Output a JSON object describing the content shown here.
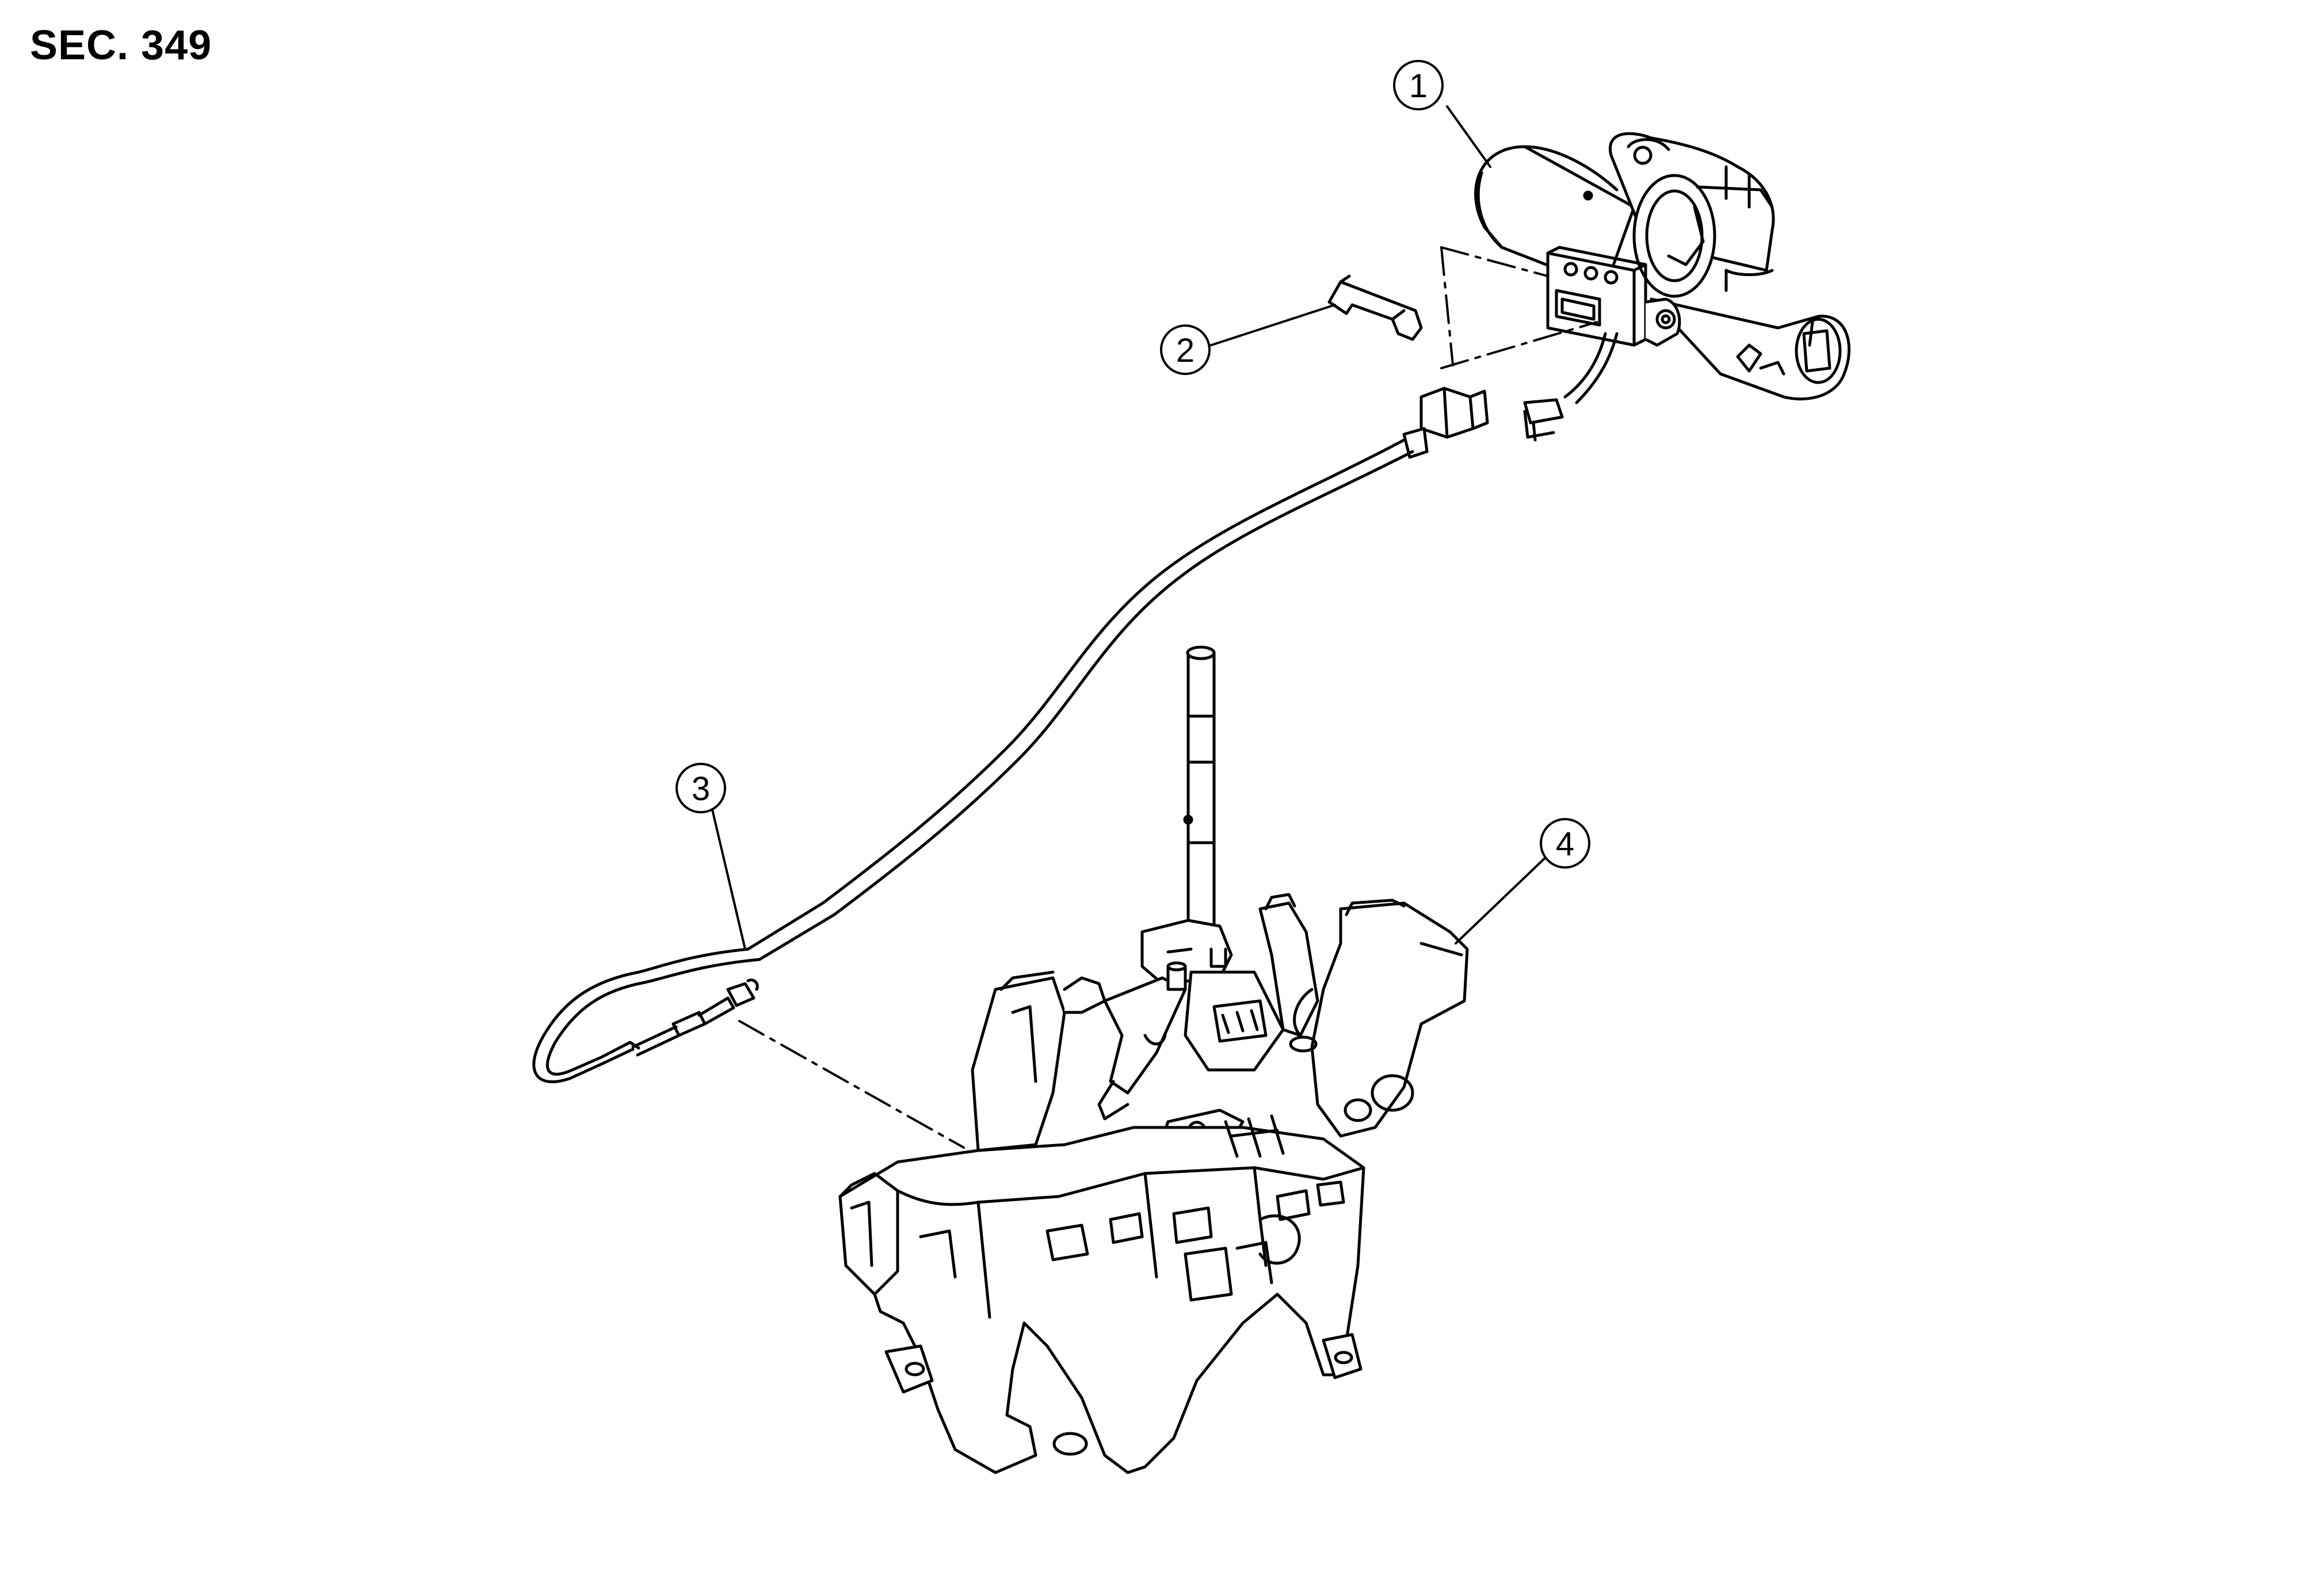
{
  "section": {
    "label": "SEC. 349"
  },
  "callouts": [
    {
      "number": "1"
    },
    {
      "number": "2"
    },
    {
      "number": "3"
    },
    {
      "number": "4"
    }
  ],
  "colors": {
    "line": "#000000",
    "background": "#ffffff"
  }
}
